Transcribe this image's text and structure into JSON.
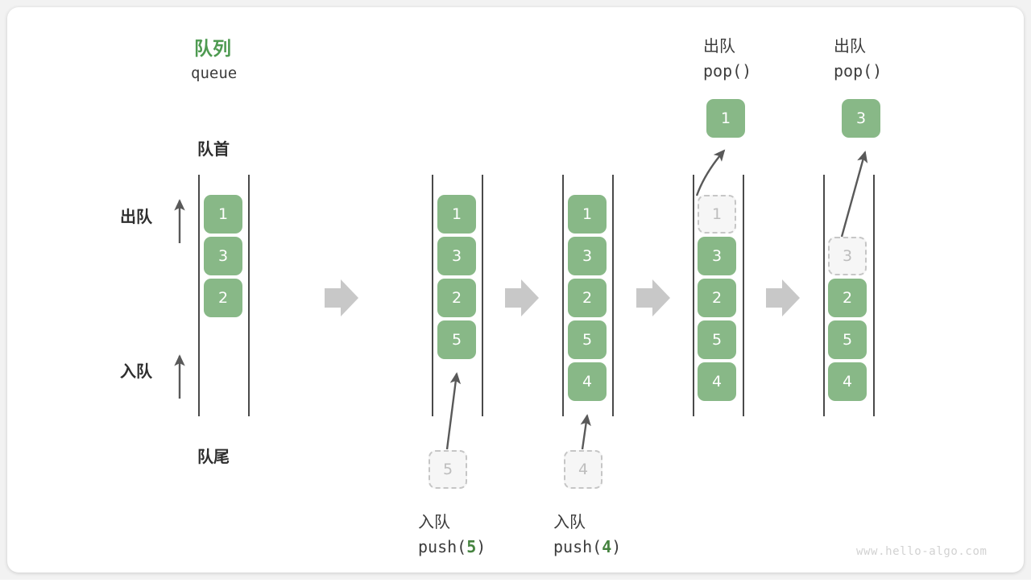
{
  "diagram": {
    "title_cn": "队列",
    "title_en": "queue",
    "front_label": "队首",
    "rear_label": "队尾",
    "dequeue_label": "出队",
    "enqueue_label": "入队",
    "watermark": "www.hello-algo.com",
    "accent_green": "#4e9a51",
    "cell_green": "#88b887",
    "ghost_gray": "#c6c6c6",
    "arrow_gray": "#c8c8c8",
    "stroke_dark": "#595959"
  },
  "columns": [
    {
      "id": "initial",
      "header_cn": "",
      "header_code": "",
      "cells": [
        {
          "value": "1",
          "state": "filled"
        },
        {
          "value": "3",
          "state": "filled"
        },
        {
          "value": "2",
          "state": "filled"
        }
      ],
      "popped": null,
      "incoming": null,
      "caption_cn": "",
      "caption_code": ""
    },
    {
      "id": "push-5",
      "header_cn": "",
      "header_code": "",
      "cells": [
        {
          "value": "1",
          "state": "filled"
        },
        {
          "value": "3",
          "state": "filled"
        },
        {
          "value": "2",
          "state": "filled"
        },
        {
          "value": "5",
          "state": "filled"
        }
      ],
      "popped": null,
      "incoming": {
        "value": "5",
        "state": "ghost"
      },
      "caption_cn": "入队",
      "caption_code_prefix": "push(",
      "caption_code_num": "5",
      "caption_code_suffix": ")"
    },
    {
      "id": "push-4",
      "header_cn": "",
      "header_code": "",
      "cells": [
        {
          "value": "1",
          "state": "filled"
        },
        {
          "value": "3",
          "state": "filled"
        },
        {
          "value": "2",
          "state": "filled"
        },
        {
          "value": "5",
          "state": "filled"
        },
        {
          "value": "4",
          "state": "filled"
        }
      ],
      "popped": null,
      "incoming": {
        "value": "4",
        "state": "ghost"
      },
      "caption_cn": "入队",
      "caption_code_prefix": "push(",
      "caption_code_num": "4",
      "caption_code_suffix": ")"
    },
    {
      "id": "pop-1",
      "header_cn": "出队",
      "header_code": "pop()",
      "cells": [
        {
          "value": "1",
          "state": "ghost"
        },
        {
          "value": "3",
          "state": "filled"
        },
        {
          "value": "2",
          "state": "filled"
        },
        {
          "value": "5",
          "state": "filled"
        },
        {
          "value": "4",
          "state": "filled"
        }
      ],
      "popped": {
        "value": "1"
      },
      "incoming": null,
      "caption_cn": "",
      "caption_code": ""
    },
    {
      "id": "pop-3",
      "header_cn": "出队",
      "header_code": "pop()",
      "cells": [
        {
          "value": "",
          "state": "empty"
        },
        {
          "value": "3",
          "state": "ghost"
        },
        {
          "value": "2",
          "state": "filled"
        },
        {
          "value": "5",
          "state": "filled"
        },
        {
          "value": "4",
          "state": "filled"
        }
      ],
      "popped": {
        "value": "3"
      },
      "incoming": null,
      "caption_cn": "",
      "caption_code": ""
    }
  ],
  "separators": [
    "arrow-right",
    "arrow-right",
    "arrow-right",
    "arrow-right"
  ]
}
